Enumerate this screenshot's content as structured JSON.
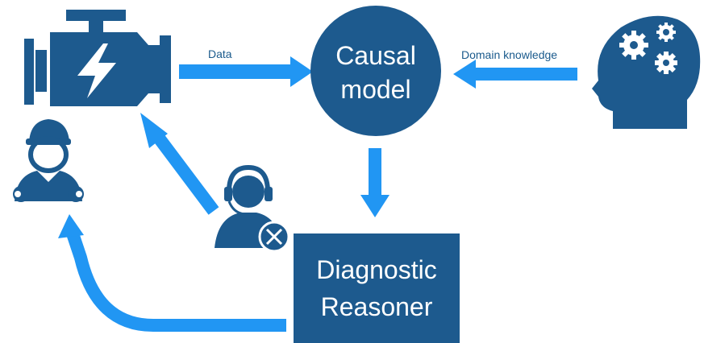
{
  "nodes": {
    "causal_model": {
      "line1": "Causal",
      "line2": "model"
    },
    "diagnostic_reasoner": {
      "line1": "Diagnostic",
      "line2": "Reasoner"
    }
  },
  "edges": {
    "data_label": "Data",
    "domain_knowledge_label": "Domain knowledge"
  },
  "icons": [
    "engine-icon",
    "technician-icon",
    "support-agent-icon",
    "expert-head-gears-icon"
  ],
  "colors": {
    "node_fill": "#1d5a8e",
    "arrow": "#2196f3",
    "icon": "#1d5a8e",
    "text": "#ffffff",
    "label": "#1a5a8c"
  }
}
